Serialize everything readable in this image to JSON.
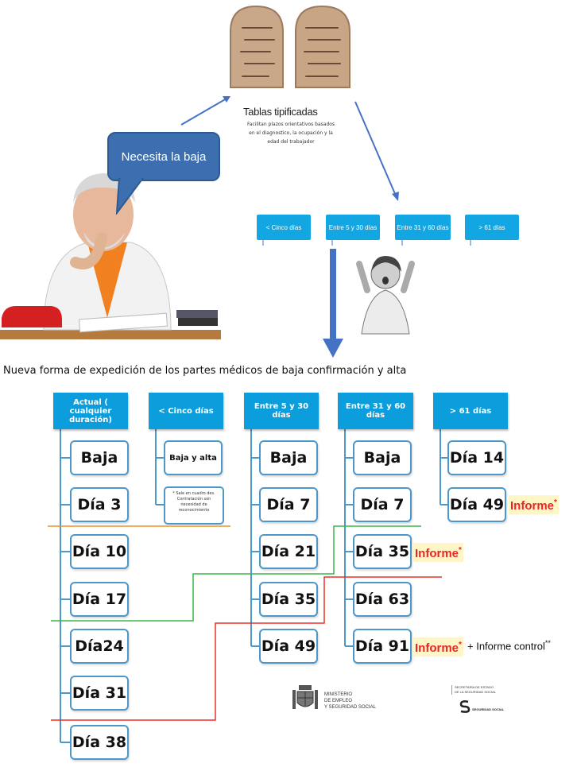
{
  "top": {
    "bubble_text": "Necesita la baja",
    "tables_title": "Tablas tipificadas",
    "tables_desc": "Facilitan plazos orientativos basados en el diagnostico, la ocupación y la edad del trabajador",
    "categories": [
      "< Cinco días",
      "Entre 5 y 30 días",
      "Entre 31 y 60 días",
      "> 61 días"
    ]
  },
  "caption": "Nueva forma de expedición de los partes médicos de baja confirmación y alta",
  "columns": [
    {
      "header": "Actual ( cualquier duración)",
      "items": [
        "Baja",
        "Día 3",
        "Día 10",
        "Día 17",
        "Día24",
        "Día 31",
        "Día 38"
      ]
    },
    {
      "header": "< Cinco días",
      "items": [
        "Baja y alta"
      ],
      "note": "* Sale en cuadro des. Contratación son necesidad de reconocimiento"
    },
    {
      "header": "Entre 5 y 30 días",
      "items": [
        "Baja",
        "Día 7",
        "Día 21",
        "Día 35",
        "Día 49"
      ]
    },
    {
      "header": "Entre 31 y 60 días",
      "items": [
        "Baja",
        "Día 7",
        "Día 35",
        "Día 63",
        "Día 91"
      ]
    },
    {
      "header": "> 61 días",
      "items": [
        "Día 14",
        "Día 49"
      ]
    }
  ],
  "informe": {
    "label": "Informe",
    "mark": "*",
    "control": "+ Informe control",
    "control_mark": "**"
  },
  "logos": {
    "ministerio": [
      "MINISTERIO",
      "DE EMPLEO",
      "Y SEGURIDAD SOCIAL"
    ],
    "secretaria": [
      "SECRETARÍA DE ESTADO",
      "DE LA SEGURIDAD SOCIAL"
    ],
    "seguridad": "SEGURIDAD SOCIAL"
  },
  "colors": {
    "header": "#0b9ddc",
    "node_border": "#4d97c9",
    "line_orange": "#e8902a",
    "line_green": "#3cb54a",
    "line_red": "#e8312a",
    "arrow": "#4472c4"
  }
}
